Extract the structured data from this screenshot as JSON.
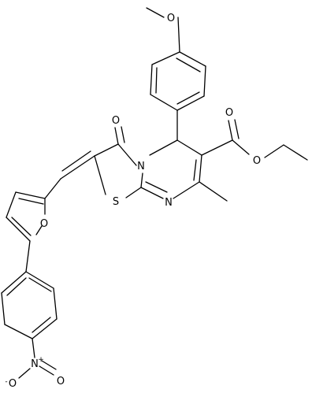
{
  "diagram": {
    "type": "chemical-structure",
    "atom_labels": {
      "methoxy_o": "O",
      "ester_carbonyl_o": "O",
      "ester_ether_o": "O",
      "ketone_o": "O",
      "ring_n": "N",
      "ring_s": "S",
      "imine_n": "N",
      "furan_o": "O",
      "nitro_n": "N",
      "nitro_n_charge": "+",
      "nitro_o_upper": "O",
      "nitro_o_lower": "O",
      "nitro_o_lower_charge": "-"
    }
  }
}
